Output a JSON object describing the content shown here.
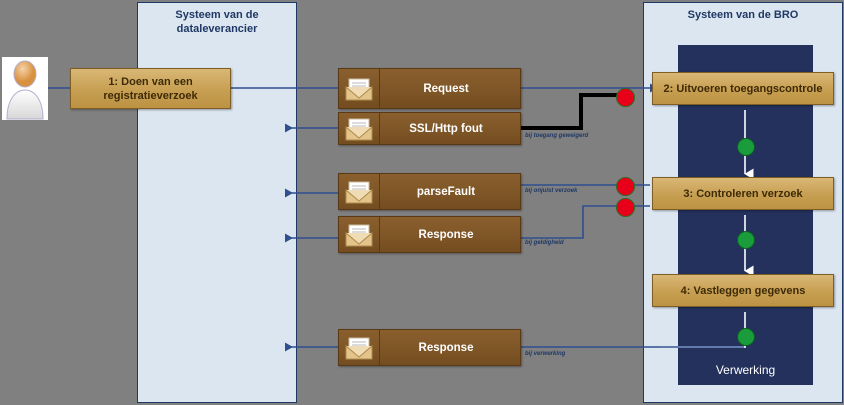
{
  "diagram": {
    "type": "bpmn-swimlane-sequence",
    "title_visible": false,
    "background_color": "#808080"
  },
  "lanes": [
    {
      "id": "dataleverancier",
      "label": "Systeem van de\ndataleverancier",
      "label_line1": "Systeem van de",
      "label_line2": "dataleverancier",
      "fill": "#dce6f1",
      "border": "#1f3864"
    },
    {
      "id": "bro",
      "label": "Systeem van de BRO",
      "label_line1": "Systeem van de BRO",
      "label_line2": "",
      "fill": "#dce6f1",
      "border": "#1f3864"
    }
  ],
  "actor": {
    "name": "stick-figure-actor",
    "tooltip": ""
  },
  "activities": [
    {
      "id": "a1",
      "label": "1: Doen van een\nregistratieverzoek",
      "line1": "1: Doen van een",
      "line2": "registratieverzoek",
      "fill": "#cfa95f"
    },
    {
      "id": "a2",
      "label": "2: Uitvoeren toegangscontrole",
      "line1": "2: Uitvoeren toegangscontrole",
      "line2": "",
      "fill": "#cfa95f"
    },
    {
      "id": "a3",
      "label": "3:  Controleren verzoek",
      "line1": "3:  Controleren verzoek",
      "line2": "",
      "fill": "#cfa95f"
    },
    {
      "id": "a4",
      "label": "4: Vastleggen gegevens",
      "line1": "4: Vastleggen gegevens",
      "line2": "",
      "fill": "#cfa95f"
    }
  ],
  "process_column": {
    "label": "Verwerking",
    "fill": "#23315c"
  },
  "messages": [
    {
      "id": "m1",
      "label": "Request",
      "icon": "envelope-icon"
    },
    {
      "id": "m2",
      "label": "SSL/Http fout",
      "icon": "envelope-icon"
    },
    {
      "id": "m3",
      "label": "parseFault",
      "icon": "envelope-icon"
    },
    {
      "id": "m4",
      "label": "Response",
      "icon": "envelope-icon"
    },
    {
      "id": "m5",
      "label": "Response",
      "icon": "envelope-icon"
    }
  ],
  "annotations": [
    {
      "id": "an1",
      "text": "bij toegang geweigerd"
    },
    {
      "id": "an2",
      "text": "bij onjuist verzoek"
    },
    {
      "id": "an3",
      "text": "bij geldigheid"
    },
    {
      "id": "an4",
      "text": "bij verwerking"
    }
  ],
  "gateways": [
    {
      "id": "r1",
      "kind": "error-endpoint",
      "color": "#e8001a"
    },
    {
      "id": "r2",
      "kind": "error-endpoint",
      "color": "#e8001a"
    },
    {
      "id": "r3",
      "kind": "error-endpoint",
      "color": "#e8001a"
    },
    {
      "id": "g1",
      "kind": "ok-endpoint",
      "color": "#1a9c3c"
    },
    {
      "id": "g2",
      "kind": "ok-endpoint",
      "color": "#1a9c3c"
    },
    {
      "id": "g3",
      "kind": "ok-endpoint",
      "color": "#1a9c3c"
    }
  ],
  "colors": {
    "background": "#808080",
    "lane_fill": "#dce6f1",
    "lane_border": "#1f3864",
    "activity_fill": "#cfa95f",
    "message_fill": "#7d5526",
    "navy": "#23315c",
    "connector": "#2f4f8f",
    "error": "#e8001a",
    "ok": "#1a9c3c"
  }
}
